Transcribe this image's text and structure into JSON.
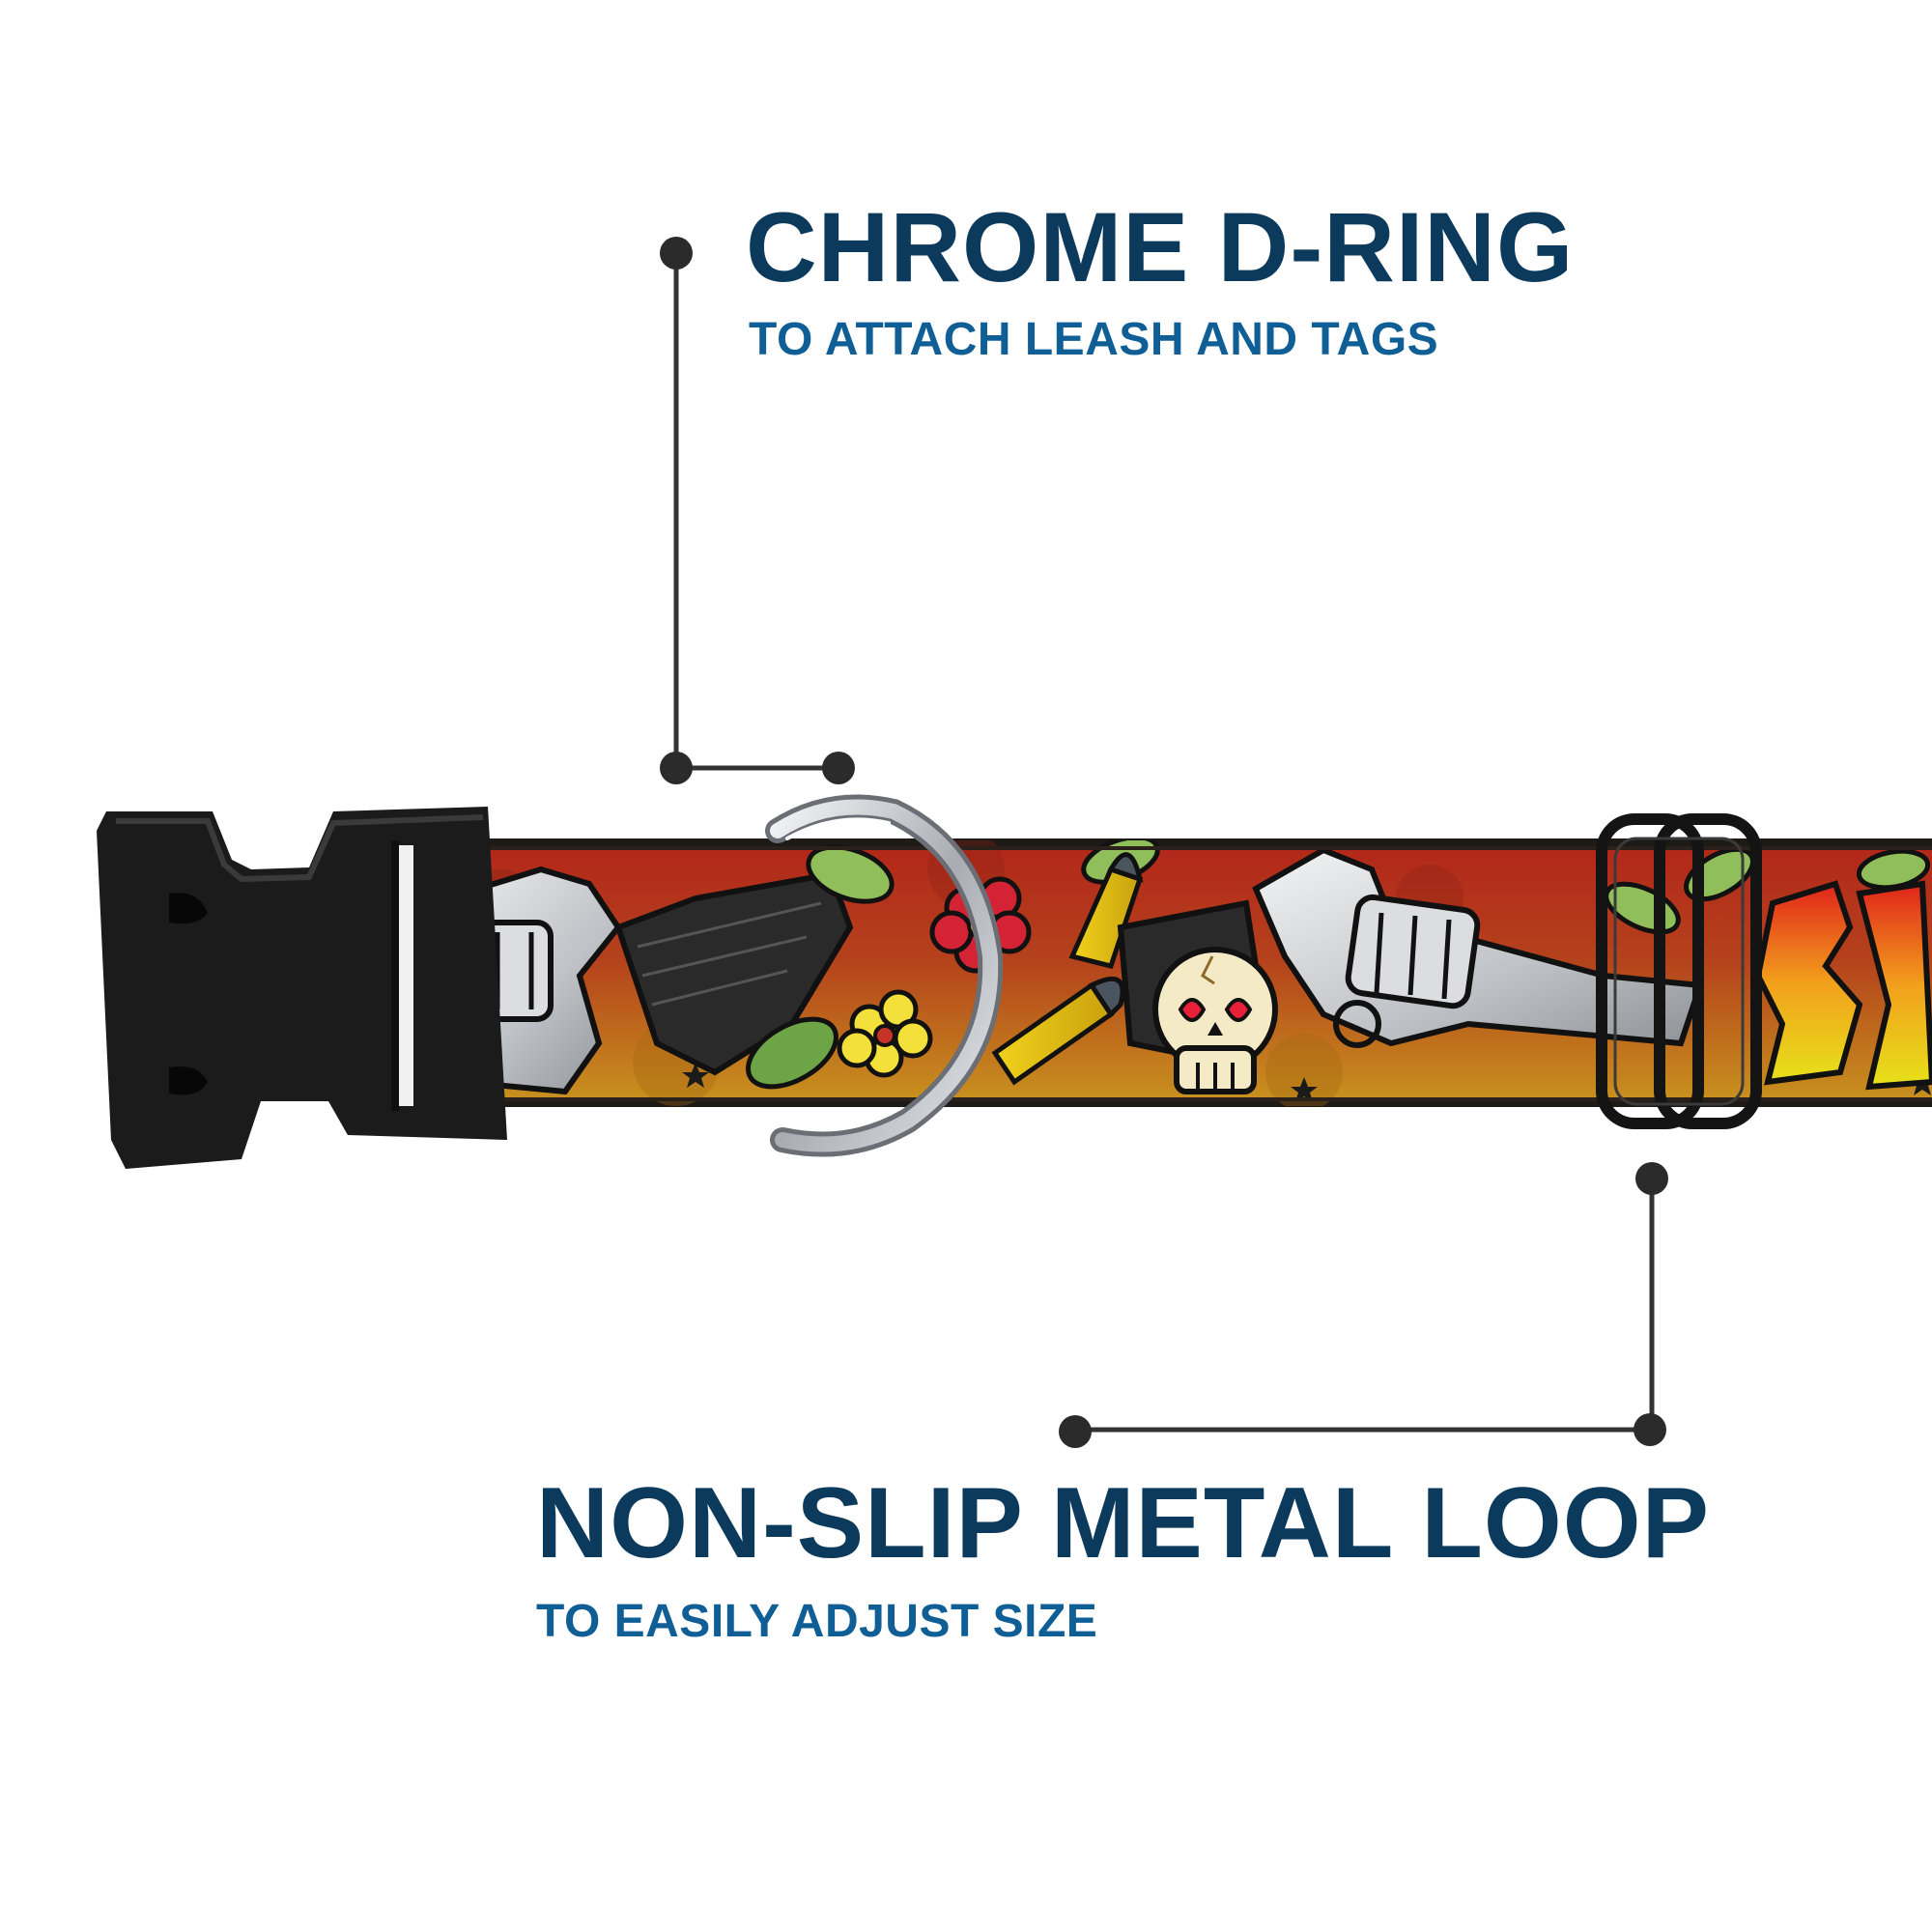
{
  "callouts": {
    "dring": {
      "title": "CHROME D-RING",
      "subtitle": "TO ATTACH LEASH AND TAGS"
    },
    "loop": {
      "title": "NON-SLIP METAL LOOP",
      "subtitle": "TO EASILY ADJUST SIZE"
    }
  },
  "colors": {
    "title": "#0b3a5c",
    "subtitle": "#0f5e95",
    "leader_line": "#333333",
    "buckle": "#1b1b1b",
    "strap_top": "#b8321a",
    "strap_bottom": "#c78a22",
    "chrome": "#c9ccd0"
  },
  "icons": {
    "buckle": "side-release-buckle-icon",
    "dring": "chrome-d-ring-icon",
    "loop": "slide-loop-icon",
    "revolver": "revolver-icon",
    "skull": "skull-icon",
    "flower": "flower-icon",
    "bullet": "bullet-icon",
    "leaf": "leaf-icon",
    "star": "star-icon"
  }
}
